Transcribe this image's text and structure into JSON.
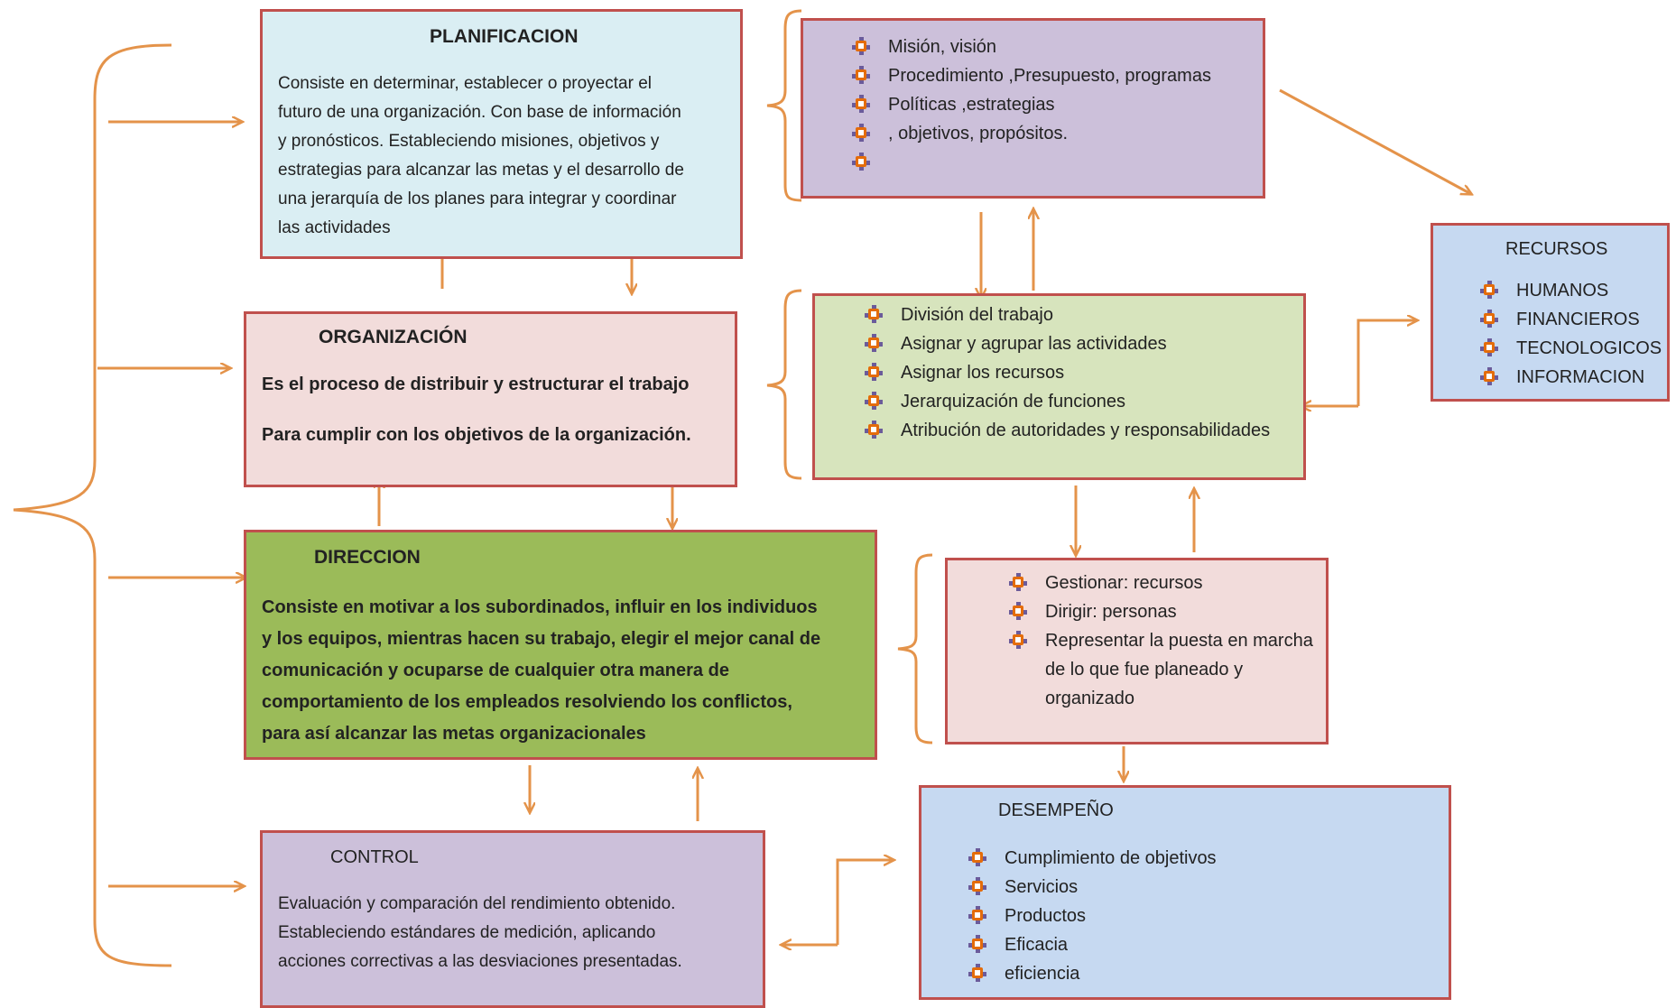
{
  "planificacion": {
    "title": "PLANIFICACION",
    "lines": [
      "Consiste en determinar, establecer o proyectar el",
      "futuro de una organización. Con base de  información",
      "y pronósticos. Estableciendo misiones, objetivos y",
      "estrategias para alcanzar las metas y el desarrollo de",
      "una jerarquía de los planes para integrar y coordinar",
      "las actividades"
    ]
  },
  "organizacion": {
    "title": "ORGANIZACIÓN",
    "line1": "Es el proceso de distribuir  y estructurar el trabajo",
    "line2": "Para cumplir con los objetivos de la organización."
  },
  "direccion": {
    "title": "DIRECCION",
    "lines": [
      "Consiste en  motivar a los subordinados, influir en los individuos",
      "y los equipos, mientras hacen su trabajo, elegir el mejor canal de",
      "comunicación y ocuparse de cualquier otra manera de",
      "comportamiento de los empleados resolviendo los conflictos,",
      "para así alcanzar las metas organizacionales"
    ]
  },
  "control": {
    "title": "CONTROL",
    "lines": [
      "Evaluación y comparación del rendimiento obtenido.",
      "Estableciendo  estándares de medición, aplicando",
      "acciones correctivas a las desviaciones presentadas."
    ]
  },
  "plan_items": [
    "Misión, visión",
    "Procedimiento ,Presupuesto, programas",
    "Políticas ,estrategias",
    ", objetivos, propósitos.",
    ""
  ],
  "org_items": [
    "División del trabajo",
    "Asignar y agrupar las actividades",
    "Asignar los recursos",
    "Jerarquización de funciones",
    "Atribución de autoridades y responsabilidades"
  ],
  "dir_items": [
    "Gestionar: recursos",
    "Dirigir: personas",
    "Representar la puesta en marcha de lo que fue planeado y organizado"
  ],
  "recursos": {
    "title": "RECURSOS",
    "items": [
      "HUMANOS",
      "FINANCIEROS",
      "TECNOLOGICOS",
      "INFORMACION"
    ]
  },
  "desempeno": {
    "title": "DESEMPEÑO",
    "items": [
      "Cumplimiento de objetivos",
      "Servicios",
      "Productos",
      "Eficacia",
      "eficiencia"
    ]
  },
  "colors": {
    "border": "#c0504d",
    "arrow": "#e4934a",
    "plan_bg": "#daeef3",
    "org_bg": "#f2dcdb",
    "dir_bg": "#9bbb59",
    "control_bg": "#ccc0da",
    "purple_box_bg": "#ccc0da",
    "green_box_bg": "#d7e4bd",
    "pink_box_bg": "#f2dcdb",
    "blue_box_bg": "#c6d9f1"
  },
  "icons": [
    "bullet-cross-icon",
    "arrow-icon",
    "curly-brace-icon"
  ]
}
